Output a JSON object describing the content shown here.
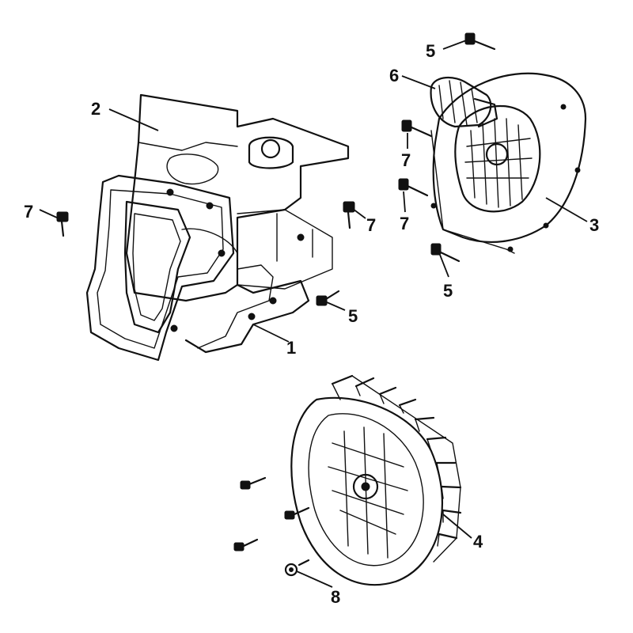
{
  "callouts": {
    "part_1": "1",
    "part_2": "2",
    "part_3": "3",
    "part_4": "4",
    "part_5_top": "5",
    "part_5_middle": "5",
    "part_5_right": "5",
    "part_6": "6",
    "part_7_left": "7",
    "part_7_middle": "7",
    "part_7_upper": "7",
    "part_7_lower": "7",
    "part_8": "8"
  },
  "ink_color": "#111111",
  "background_color": "#ffffff"
}
